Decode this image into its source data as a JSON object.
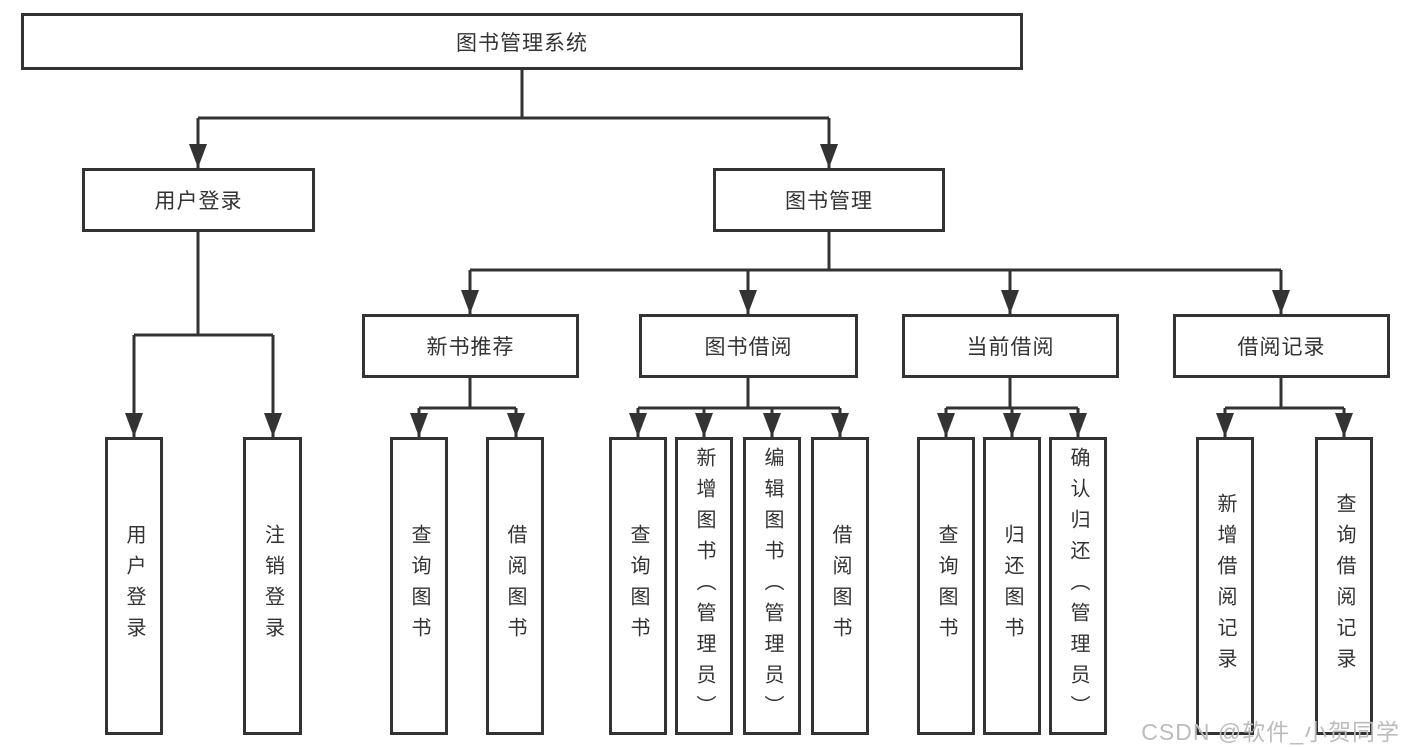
{
  "title": "图书管理系统",
  "level2": [
    {
      "label": "用户登录"
    },
    {
      "label": "图书管理"
    }
  ],
  "level3": [
    {
      "label": "新书推荐"
    },
    {
      "label": "图书借阅"
    },
    {
      "label": "当前借阅"
    },
    {
      "label": "借阅记录"
    }
  ],
  "level4": {
    "user_login": [
      {
        "label": "用户登录"
      },
      {
        "label": "注销登录"
      }
    ],
    "new_book_recommend": [
      {
        "label": "查询图书"
      },
      {
        "label": "借阅图书"
      }
    ],
    "book_borrow": [
      {
        "label": "查询图书"
      },
      {
        "label": "新增图书（管理员）"
      },
      {
        "label": "编辑图书（管理员）"
      },
      {
        "label": "借阅图书"
      }
    ],
    "current_borrow": [
      {
        "label": "查询图书"
      },
      {
        "label": "归还图书"
      },
      {
        "label": "确认归还（管理员）"
      }
    ],
    "borrow_records": [
      {
        "label": "新增借阅记录"
      },
      {
        "label": "查询借阅记录"
      }
    ]
  },
  "watermark": "CSDN @软件_小贺同学",
  "colors": {
    "line": "#333333",
    "text": "#333333",
    "box_background": "#ffffff",
    "watermark": "#bcbcbc",
    "background": "#ffffff"
  }
}
